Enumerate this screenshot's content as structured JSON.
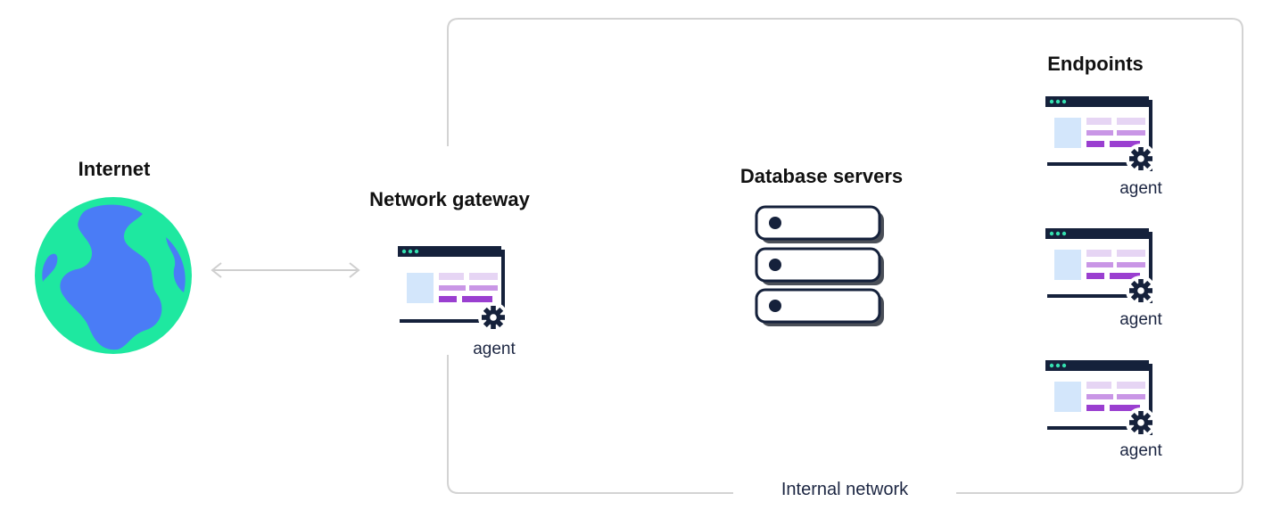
{
  "internet": {
    "title": "Internet",
    "icon": "globe-icon"
  },
  "gateway": {
    "title": "Network gateway",
    "agent_label": "agent",
    "icon": "agent-device-icon"
  },
  "database": {
    "title": "Database servers",
    "icon": "server-stack-icon",
    "server_count": 3
  },
  "endpoints": {
    "title": "Endpoints",
    "items": [
      {
        "agent_label": "agent"
      },
      {
        "agent_label": "agent"
      },
      {
        "agent_label": "agent"
      }
    ]
  },
  "internal_network": {
    "label": "Internal network"
  },
  "colors": {
    "globe_land": "#4a7cf6",
    "globe_ocean": "#1ee8a0",
    "navy": "#15213b",
    "window_bar_dot": "#35e0b0",
    "panel_light_blue": "#d3e6fb",
    "row_light_purple": "#e6d5f4",
    "row_mid_purple": "#c996e6",
    "row_dark_purple": "#9a3fd0",
    "boundary": "#d3d3d3",
    "arrow": "#cfcfcf"
  }
}
